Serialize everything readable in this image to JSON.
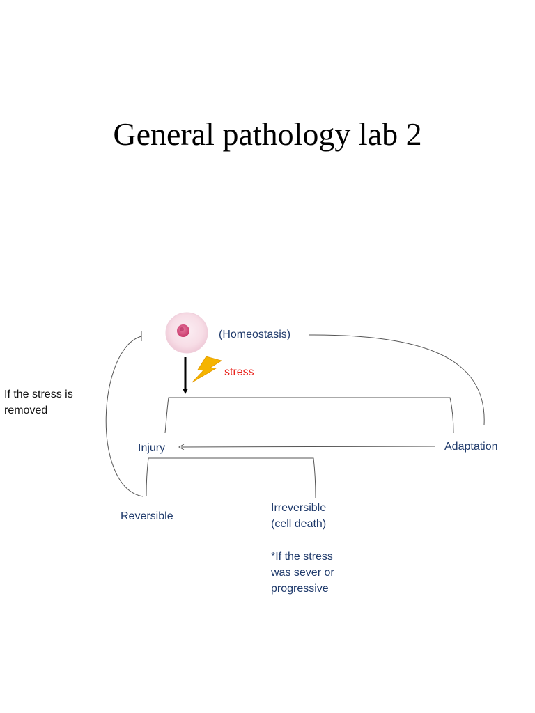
{
  "title": "General pathology lab 2",
  "diagram": {
    "homeostasis": "(Homeostasis)",
    "stress": "stress",
    "injury": "Injury",
    "adaptation": "Adaptation",
    "reversible": "Reversible",
    "irreversible_line1": "Irreversible",
    "irreversible_line2": "(cell death)",
    "note_line1": "*If the stress",
    "note_line2": "was sever or",
    "note_line3": "progressive",
    "removed_line1": "If the stress is",
    "removed_line2": "removed"
  },
  "colors": {
    "label_blue": "#1f3a6b",
    "stress_red": "#e8231c",
    "lightning": "#f5b400",
    "cell_fill": "#f7dde6",
    "nucleus": "#d9497a"
  },
  "icons": [
    "cell-icon",
    "lightning-icon"
  ]
}
